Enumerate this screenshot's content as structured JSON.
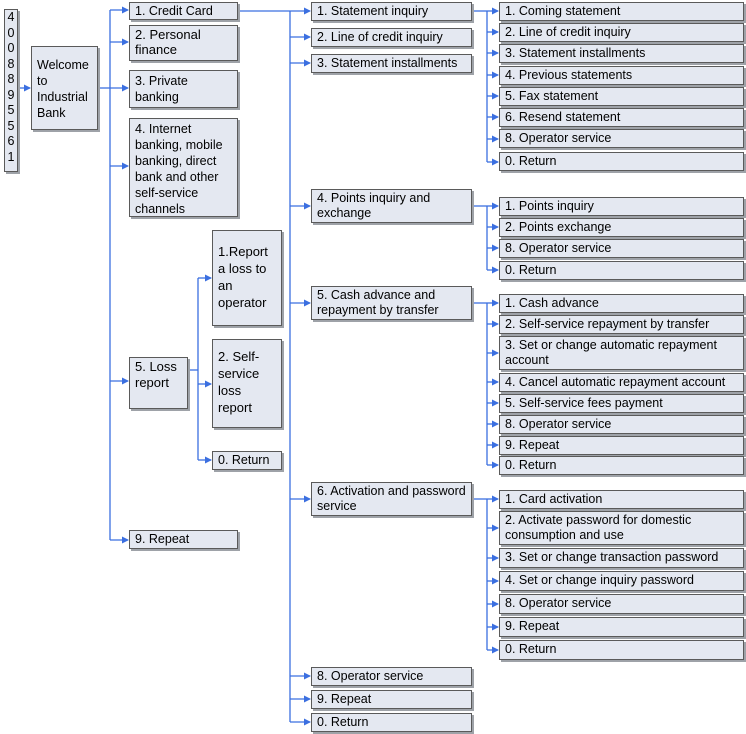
{
  "hotline_digits": [
    "4",
    "0",
    "0",
    "8",
    "8",
    "9",
    "5",
    "5",
    "6",
    "1"
  ],
  "welcome": "Welcome to Industrial Bank",
  "level1": {
    "credit_card": "1. Credit Card",
    "personal_finance": "2. Personal finance",
    "private_banking": "3. Private banking",
    "internet_banking": "4. Internet banking, mobile banking, direct bank and other self-service channels",
    "loss_report": "5. Loss report",
    "repeat": "9. Repeat"
  },
  "loss_report_options": {
    "operator": "1.Report a loss to an operator",
    "self_service": "2. Self-service loss report",
    "return": "0. Return"
  },
  "credit_card_menu": {
    "statement_inquiry": "1. Statement inquiry",
    "line_of_credit": "2. Line of credit inquiry",
    "statement_installments": "3. Statement installments",
    "points": "4. Points inquiry and exchange",
    "cash_advance": "5. Cash advance and repayment by transfer",
    "activation": "6. Activation and password service",
    "operator": "8. Operator service",
    "repeat": "9. Repeat",
    "return": "0. Return"
  },
  "statement_inquiry_menu": [
    "1. Coming statement",
    "2. Line of credit inquiry",
    "3. Statement installments",
    "4. Previous statements",
    "5. Fax statement",
    "6. Resend statement",
    "8. Operator service",
    "0. Return"
  ],
  "points_menu": [
    "1. Points inquiry",
    "2. Points exchange",
    "8. Operator service",
    "0. Return"
  ],
  "cash_advance_menu": [
    "1. Cash advance",
    "2. Self-service repayment by transfer",
    "3. Set or change automatic repayment account",
    "4. Cancel automatic repayment account",
    "5. Self-service fees payment",
    "8. Operator service",
    "9. Repeat",
    "0. Return"
  ],
  "activation_menu": [
    "1. Card activation",
    "2. Activate password for domestic consumption and use",
    "3. Set or change transaction password",
    "4. Set or change inquiry password",
    "8. Operator service",
    "9. Repeat",
    "0. Return"
  ],
  "colors": {
    "connector": "#3b6fe0",
    "box_fill": "#e4e8f1",
    "box_border": "#5a5a5a"
  }
}
